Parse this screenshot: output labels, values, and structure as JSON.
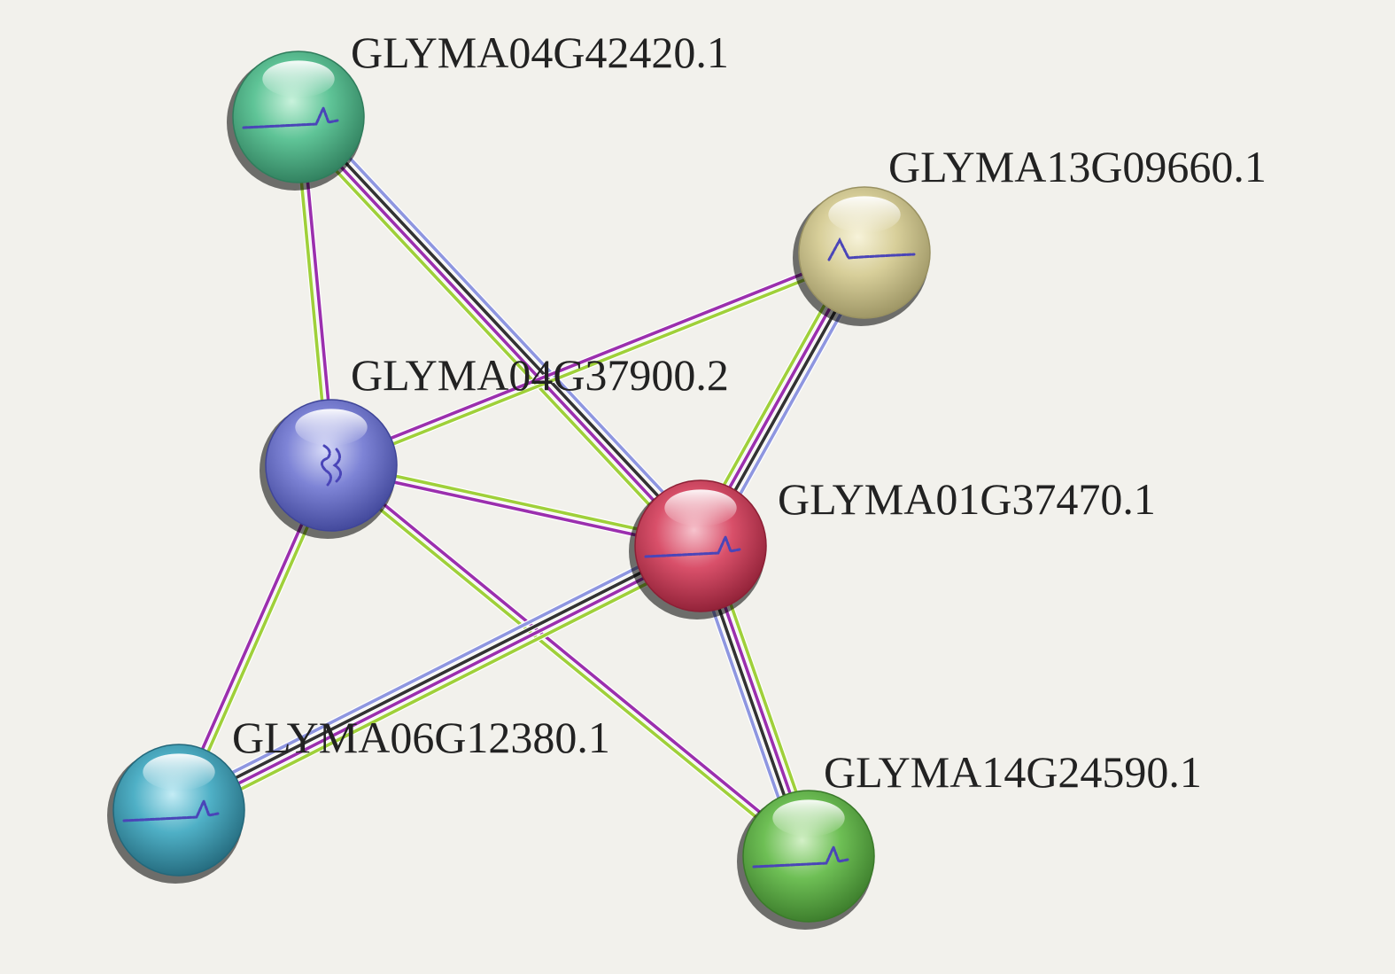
{
  "network": {
    "nodes": [
      {
        "id": "n1",
        "label": "GLYMA04G42420.1",
        "color": "#5fc497",
        "highlight": "#c9f2dc",
        "shade": "#2f7d5c"
      },
      {
        "id": "n2",
        "label": "GLYMA13G09660.1",
        "color": "#d8cf9a",
        "highlight": "#f7f3da",
        "shade": "#9a9262"
      },
      {
        "id": "n3",
        "label": "GLYMA04G37900.2",
        "color": "#7e84d6",
        "highlight": "#d8dbf8",
        "shade": "#3f4598"
      },
      {
        "id": "n4",
        "label": "GLYMA01G37470.1",
        "color": "#d9506a",
        "highlight": "#f6c3cd",
        "shade": "#8d1f35"
      },
      {
        "id": "n5",
        "label": "GLYMA06G12380.1",
        "color": "#4fb0c6",
        "highlight": "#c4ecf5",
        "shade": "#23687b"
      },
      {
        "id": "n6",
        "label": "GLYMA14G24590.1",
        "color": "#6ebf55",
        "highlight": "#d3f0c7",
        "shade": "#3a7a2a"
      }
    ],
    "edge_colors": {
      "purple": "#9b2fae",
      "green": "#9fd03a",
      "black": "#333333",
      "blue": "#8e96e0"
    },
    "edges": [
      {
        "from": "n1",
        "to": "n3",
        "colors": [
          "purple",
          "green"
        ]
      },
      {
        "from": "n1",
        "to": "n4",
        "colors": [
          "blue",
          "black",
          "purple",
          "green"
        ]
      },
      {
        "from": "n3",
        "to": "n2",
        "colors": [
          "purple",
          "green"
        ]
      },
      {
        "from": "n2",
        "to": "n4",
        "colors": [
          "blue",
          "black",
          "purple",
          "green"
        ]
      },
      {
        "from": "n3",
        "to": "n4",
        "colors": [
          "green",
          "purple"
        ]
      },
      {
        "from": "n3",
        "to": "n5",
        "colors": [
          "green",
          "purple"
        ]
      },
      {
        "from": "n3",
        "to": "n6",
        "colors": [
          "purple",
          "green"
        ]
      },
      {
        "from": "n4",
        "to": "n5",
        "colors": [
          "green",
          "purple",
          "black",
          "blue"
        ]
      },
      {
        "from": "n4",
        "to": "n6",
        "colors": [
          "green",
          "purple",
          "black",
          "blue"
        ]
      }
    ]
  }
}
